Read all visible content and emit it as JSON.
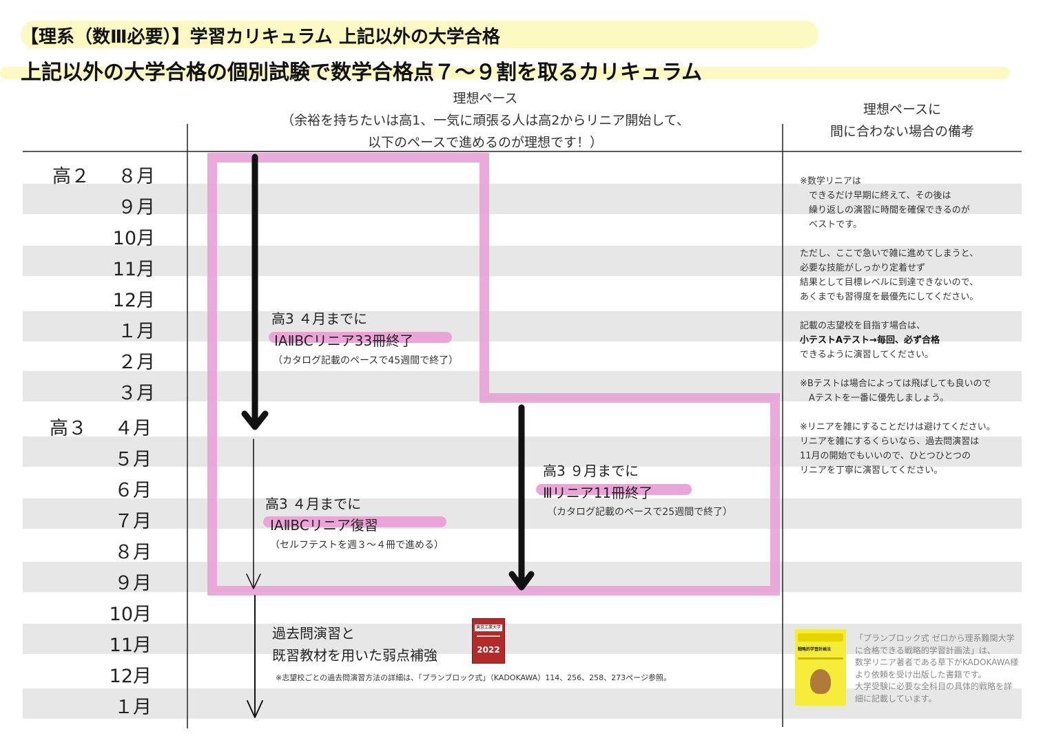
{
  "title_line1": "【理系（数Ⅲ必要）】学習カリキュラム 上記以外の大学合格",
  "title_line2": "上記以外の大学合格の個別試験で数学合格点７〜９割を取るカリキュラム",
  "header": {
    "pace_line1": "理想ペース",
    "pace_line2": "（余裕を持ちたいは高1、一気に頑張る人は高2からリニア開始して、",
    "pace_line3": "以下のペースで進めるのが理想です！）",
    "notes_line1": "理想ペースに",
    "notes_line2": "間に合わない場合の備考"
  },
  "grades": {
    "g2": "高２",
    "g3": "高３"
  },
  "months": [
    "８月",
    "９月",
    "10月",
    "11月",
    "12月",
    "１月",
    "２月",
    "３月",
    "４月",
    "５月",
    "６月",
    "７月",
    "８月",
    "９月",
    "10月",
    "11月",
    "12月",
    "１月"
  ],
  "blocks": {
    "a_line1": "高3 ４月までに",
    "a_line2": "ⅠAⅡBCリニア33冊終了",
    "a_line3": "（カタログ記載のペースで45週間で終了）",
    "b_line1": "高3 ９月までに",
    "b_line2": "Ⅲリニア11冊終了",
    "b_line3": "（カタログ記載のペースで25週間で終了）",
    "c_line1": "高3 ４月までに",
    "c_line2": "ⅠAⅡBCリニア復習",
    "c_line3": "（セルフテストを週３〜４冊で進める）",
    "d_line1": "過去問演習と",
    "d_line2": "既習教材を用いた弱点補強",
    "d_note": "※志望校ごとの過去問演習方法の詳細は、「プランブロック式」（KADOKAWA）114、256、258、273ページ参照。"
  },
  "notes": {
    "n1": [
      "※数学リニアは",
      "　できるだけ早期に終えて、その後は",
      "　繰り返しの演習に時間を確保できるのが",
      "　ベストです。"
    ],
    "n2": [
      "ただし、ここで急いで雑に進めてしまうと、",
      "必要な技能がしっかり定着せず",
      "結果として目標レベルに到達できないので、",
      "あくまでも習得度を最優先にしてください。"
    ],
    "n3_l1": "記載の志望校を目指す場合は、",
    "n3_bold": "小テストAテスト→毎回、必ず合格",
    "n3_l3": "できるように演習してください。",
    "n4": [
      "※Bテストは場合によっては飛ばしても良いので",
      "　Aテストを一番に優先しましょう。"
    ],
    "n5": [
      "※リニアを雑にすることだけは避けてください。",
      "リニアを雑にするくらいなら、過去問演習は",
      "11月の開始でもいいので、ひとつひとつの",
      "リニアを丁寧に演習してください。"
    ]
  },
  "book_note": [
    "「プランブロック式 ゼロから理系難関大学",
    "に合格できる戦略的学習計画法」は、",
    "数学リニア著者である草下がKADOKAWA様",
    "より依頼を受け出版した書籍です。",
    "大学受験に必要な全科目の具体的戦略を詳",
    "細に記載しています。"
  ],
  "book_cover": {
    "title": "東京工業大学",
    "year": "2022"
  },
  "plan_book": {
    "title": "戦略的学習計画法"
  },
  "colors": {
    "highlight_yellow": "#fdf9c2",
    "pink": "#eba4d8",
    "stripe": "#e7e7e7"
  }
}
